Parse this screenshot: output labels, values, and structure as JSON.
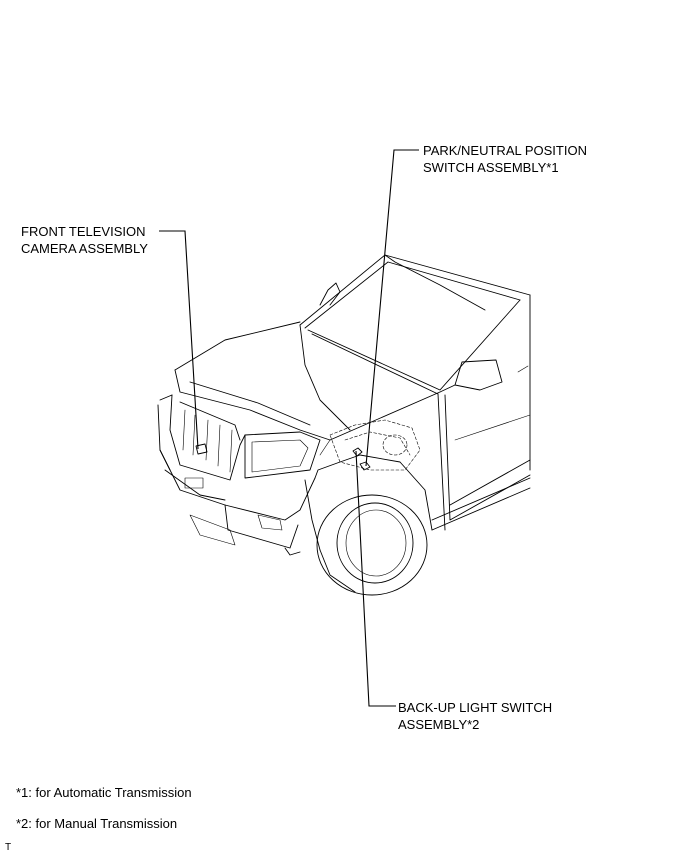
{
  "callouts": {
    "park_neutral": {
      "line1": "PARK/NEUTRAL POSITION",
      "line2": "SWITCH ASSEMBLY*1"
    },
    "front_camera": {
      "line1": "FRONT TELEVISION",
      "line2": "CAMERA ASSEMBLY"
    },
    "backup_light": {
      "line1": "BACK-UP LIGHT SWITCH",
      "line2": "ASSEMBLY*2"
    }
  },
  "notes": {
    "note1": "*1: for Automatic Transmission",
    "note2": "*2: for Manual Transmission"
  },
  "corner_mark": "T"
}
